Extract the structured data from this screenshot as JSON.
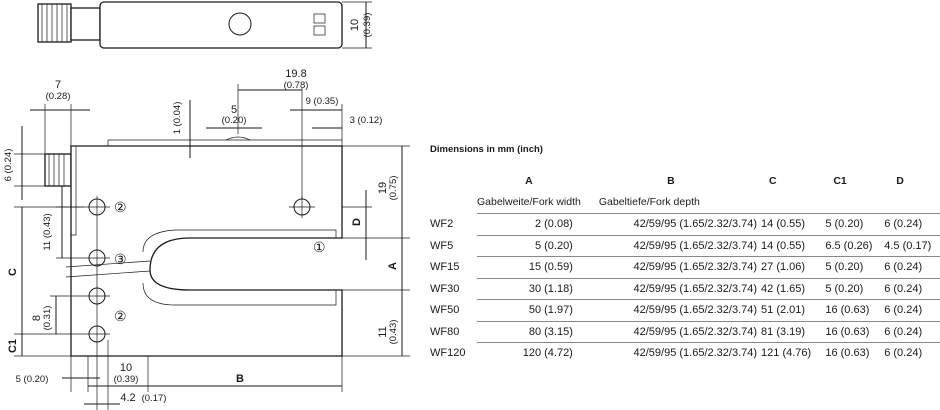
{
  "table": {
    "title": "Dimensions in mm (inch)",
    "headers": [
      "",
      "A",
      "B",
      "C",
      "C1",
      "D"
    ],
    "subheaders": [
      "",
      "Gabelweite/Fork width",
      "Gabeltiefe/Fork depth",
      "",
      "",
      ""
    ],
    "rows": [
      {
        "name": "WF2",
        "A": "2 (0.08)",
        "B": "42/59/95 (1.65/2.32/3.74)",
        "C": "14 (0.55)",
        "C1": "5 (0.20)",
        "D": "6 (0.24)"
      },
      {
        "name": "WF5",
        "A": "5 (0.20)",
        "B": "42/59/95 (1.65/2.32/3.74)",
        "C": "14 (0.55)",
        "C1": "6.5 (0.26)",
        "D": "4.5 (0.17)"
      },
      {
        "name": "WF15",
        "A": "15 (0.59)",
        "B": "42/59/95 (1.65/2.32/3.74)",
        "C": "27 (1.06)",
        "C1": "5 (0.20)",
        "D": "6 (0.24)"
      },
      {
        "name": "WF30",
        "A": "30 (1.18)",
        "B": "42/59/95 (1.65/2.32/3.74)",
        "C": "42 (1.65)",
        "C1": "5 (0.20)",
        "D": "6 (0.24)"
      },
      {
        "name": "WF50",
        "A": "50 (1.97)",
        "B": "42/59/95 (1.65/2.32/3.74)",
        "C": "51 (2.01)",
        "C1": "16 (0.63)",
        "D": "6 (0.24)"
      },
      {
        "name": "WF80",
        "A": "80 (3.15)",
        "B": "42/59/95 (1.65/2.32/3.74)",
        "C": "81 (3.19)",
        "C1": "16 (0.63)",
        "D": "6 (0.24)"
      },
      {
        "name": "WF120",
        "A": "120 (4.72)",
        "B": "42/59/95 (1.65/2.32/3.74)",
        "C": "121 (4.76)",
        "C1": "16 (0.63)",
        "D": "6 (0.24)"
      }
    ]
  },
  "drawing": {
    "dim_top_height": "10",
    "dim_top_height_inch": "(0.39)",
    "dim_7": "7",
    "dim_7_inch": "(0.28)",
    "dim_19_8": "19.8",
    "dim_19_8_inch": "(0.78)",
    "dim_1": "1 (0.04)",
    "dim_5": "5",
    "dim_5_inch": "(0.20)",
    "dim_9": "9 (0.35)",
    "dim_3": "3 (0.12)",
    "dim_6": "6 (0.24)",
    "dim_19": "19",
    "dim_19_inch": "(0.75)",
    "dim_11_left": "11 (0.43)",
    "dim_8": "8",
    "dim_8_inch": "(0.31)",
    "dim_11_right": "11",
    "dim_11_right_inch": "(0.43)",
    "dim_bottom_5": "5 (0.20)",
    "dim_bottom_10": "10",
    "dim_bottom_10_inch": "(0.39)",
    "dim_bottom_4_2": "4.2",
    "dim_bottom_4_2_inch": "(0.17)",
    "label_A": "A",
    "label_B": "B",
    "label_C": "C",
    "label_C1": "C1",
    "label_D": "D",
    "marker_1": "①",
    "marker_2a": "②",
    "marker_3": "③",
    "marker_2b": "②"
  }
}
